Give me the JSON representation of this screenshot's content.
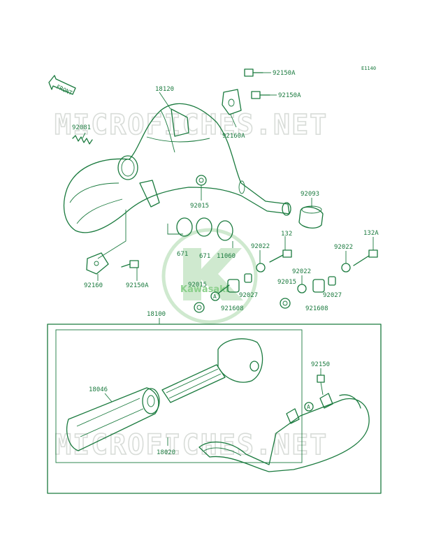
{
  "diagram_code": "E1140",
  "front_label": "FRONT",
  "watermark_text": "MICROFICHES.NET",
  "logo_text": "Kawasaki",
  "colors": {
    "ink": "#1a7a3e",
    "watermark": "#d8dcd8",
    "logo": "#8bd08b"
  },
  "callouts": {
    "p18120": "18120",
    "p92081": "92081",
    "p92150a_1": "92150A",
    "p92150a_2": "92150A",
    "p92160a": "92160A",
    "p92093": "92093",
    "p92015_top": "92015",
    "p671_1": "671",
    "p671_2": "671",
    "p11060": "11060",
    "p92022_mid": "92022",
    "p132": "132",
    "p132a": "132A",
    "p92022_right": "92022",
    "p92022_mid2": "92022",
    "p92160": "92160",
    "p92150a_3": "92150A",
    "p92015_mid": "92015",
    "p92027_mid": "92027",
    "p92015_right": "92015",
    "p92027_right": "92027",
    "p921608_mid": "921608",
    "p921608_right": "921608",
    "p18100": "18100",
    "p18046": "18046",
    "p18020": "18020",
    "p92150": "92150"
  },
  "ref_marks": {
    "a1": "A",
    "a2": "A"
  }
}
